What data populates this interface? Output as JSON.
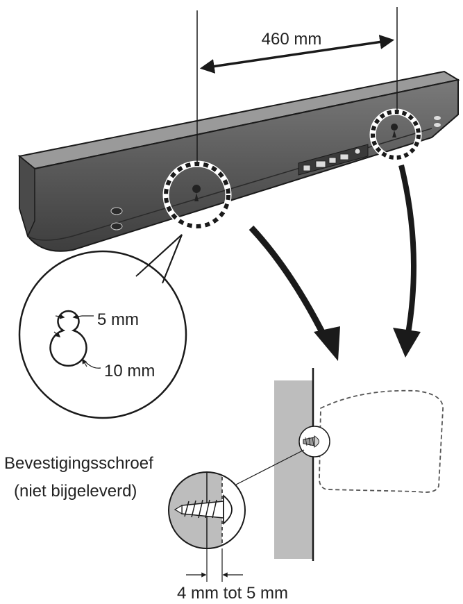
{
  "labels": {
    "spacing": "460 mm",
    "keyhole_narrow": "5 mm",
    "keyhole_wide": "10 mm",
    "screw_title": "Bevestigingsschroef",
    "screw_note": "(niet bijgeleverd)",
    "screw_gap": "4 mm tot 5 mm"
  },
  "colors": {
    "ink": "#1a1a1a",
    "device_body": "#5e5e5e",
    "device_top": "#8a8a8a",
    "wall": "#bdbdbd"
  }
}
